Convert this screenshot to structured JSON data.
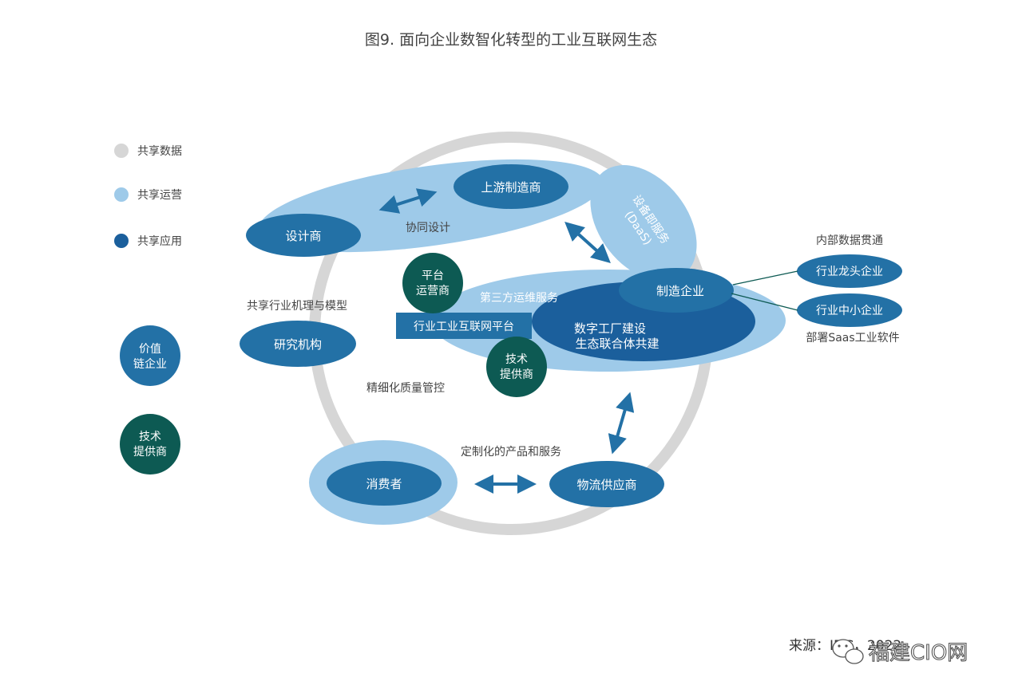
{
  "title": "图9. 面向企业数智化转型的工业互联网生态",
  "legend": [
    {
      "label": "共享数据",
      "color": "#d6d6d6"
    },
    {
      "label": "共享运营",
      "color": "#9ecae9"
    },
    {
      "label": "共享应用",
      "color": "#1b5f9c"
    }
  ],
  "side_nodes": {
    "value_chain": {
      "line1": "价值",
      "line2": "链企业"
    },
    "tech_provider": {
      "line1": "技术",
      "line2": "提供商"
    }
  },
  "nodes": {
    "designer": "设计商",
    "upstream": "上游制造商",
    "research": "研究机构",
    "manufacturer": "制造企业",
    "digital_factory": {
      "line1": "数字工厂建设",
      "line2": "生态联合体共建"
    },
    "platform_operator": {
      "line1": "平台",
      "line2": "运营商"
    },
    "tech_provider": {
      "line1": "技术",
      "line2": "提供商"
    },
    "platform_box": "行业工业互联网平台",
    "leader": "行业龙头企业",
    "sme": "行业中小企业",
    "consumer": "消费者",
    "logistics": "物流供应商"
  },
  "labels": {
    "collab_design": "协同设计",
    "daas": "设备即服务",
    "daas_sub": "(DaaS)",
    "third_party": "第三方运维服务",
    "shared_mech": "共享行业机理与模型",
    "quality": "精细化质量管控",
    "custom": "定制化的产品和服务",
    "internal_data": "内部数据贯通",
    "saas": "部署Saas工业软件"
  },
  "colors": {
    "ring": "#d6d6d6",
    "light_blue": "#9ecae9",
    "mid_blue": "#2371a6",
    "deep_blue": "#1b5f9c",
    "teal": "#0d5a53",
    "arrow": "#2371a6"
  },
  "source": "来源：IDC，2022",
  "watermark": "福建CIO网"
}
